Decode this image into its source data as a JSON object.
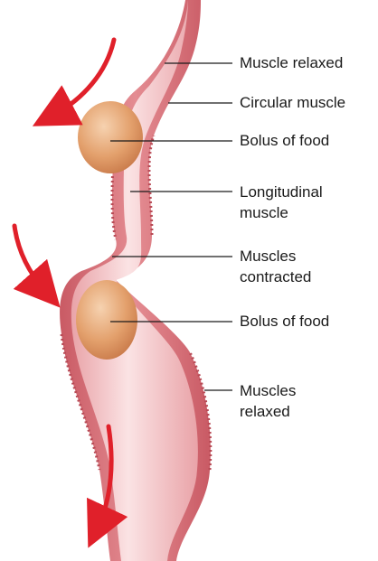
{
  "labels": {
    "muscle_relaxed_top": "Muscle relaxed",
    "circular_muscle": "Circular muscle",
    "bolus_upper": "Bolus of food",
    "longitudinal_line1": "Longitudinal",
    "longitudinal_line2": "muscle",
    "contracted_line1": "Muscles",
    "contracted_line2": "contracted",
    "bolus_lower": "Bolus of food",
    "relaxed_line1": "Muscles",
    "relaxed_line2": "relaxed"
  },
  "colors": {
    "tube_wall": "#d9727a",
    "tube_inner": "#f3c3c5",
    "bolus": "#e8a474",
    "arrow": "#e0202a",
    "leader_line": "#1a1a1a"
  }
}
